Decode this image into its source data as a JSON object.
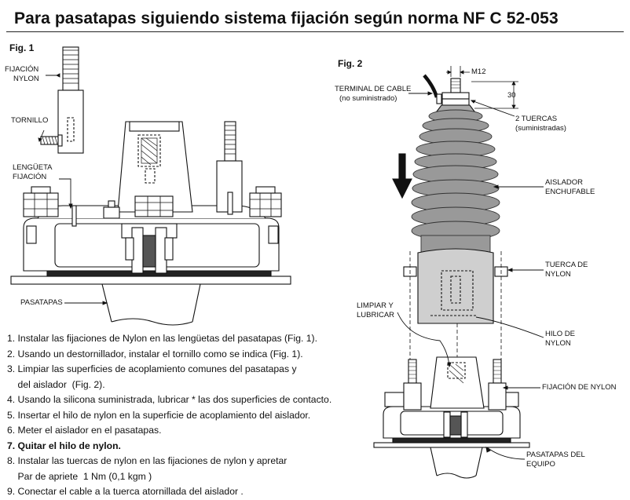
{
  "title": "Para pasatapas siguiendo sistema fijación según norma NF C 52-053",
  "fig1": {
    "label": "Fig. 1",
    "fijacion_nylon": [
      "FIJACIÓN",
      "NYLON"
    ],
    "tornillo": "TORNILLO",
    "lengueta": [
      "LENGÜETA",
      "FIJACIÓN"
    ],
    "pasatapas": "PASATAPAS"
  },
  "fig2": {
    "label": "Fig. 2",
    "m12": "M12",
    "dim30": "30",
    "terminal": [
      "TERMINAL DE CABLE",
      "(no suministrado)"
    ],
    "tuercas": [
      "2 TUERCAS",
      "(suministradas)"
    ],
    "aislador": [
      "AISLADOR",
      "ENCHUFABLE"
    ],
    "tuerca_nylon": [
      "TUERCA DE",
      "NYLON"
    ],
    "limpiar": [
      "LIMPIAR Y",
      "LUBRICAR"
    ],
    "hilo": [
      "HILO DE",
      "NYLON"
    ],
    "fijacion_nylon": "FIJACIÓN DE NYLON",
    "pasatapas_equipo": [
      "PASATAPAS DEL",
      "EQUIPO"
    ]
  },
  "steps": [
    "1. Instalar las fijaciones de Nylon  en las lengüetas del pasatapas (Fig. 1).",
    "2. Usando un destornillador, instalar el tornillo como se indica (Fig. 1).",
    "3. Limpiar las superficies de acoplamiento comunes  del pasatapas y",
    "    del aislador  (Fig. 2).",
    "4. Usando la silicona suministrada, lubricar * las dos superficies de contacto.",
    "5. Insertar el hilo de nylon en la superficie de acoplamiento del aislador.",
    "6. Meter el aislador en el pasatapas.",
    "7. Quitar el hilo de nylon.",
    "8. Instalar las tuercas de nylon  en las fijaciones de nylon y apretar",
    "    Par de apriete  1 Nm (0,1 kgm )",
    "9. Conectar el cable a la tuerca atornillada del aislador ."
  ]
}
